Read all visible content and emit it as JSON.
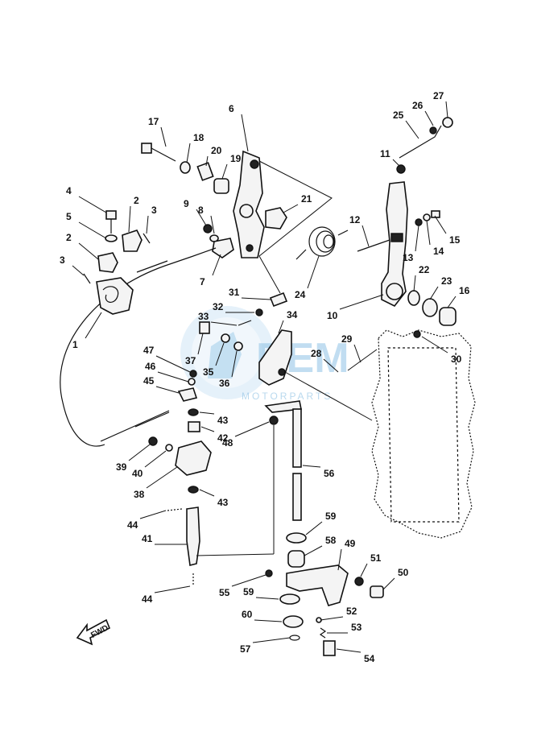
{
  "diagram": {
    "watermark_brand": "MOTORPARTS",
    "fwd_label": "FWD",
    "callouts": [
      "1",
      "2",
      "3",
      "4",
      "5",
      "6",
      "7",
      "8",
      "9",
      "10",
      "11",
      "12",
      "13",
      "14",
      "15",
      "16",
      "17",
      "18",
      "19",
      "20",
      "21",
      "22",
      "23",
      "24",
      "25",
      "26",
      "27",
      "28",
      "29",
      "30",
      "31",
      "32",
      "33",
      "34",
      "35",
      "36",
      "37",
      "38",
      "39",
      "40",
      "41",
      "42",
      "43",
      "44",
      "45",
      "46",
      "47",
      "48",
      "49",
      "50",
      "51",
      "52",
      "53",
      "54",
      "55",
      "56",
      "57",
      "58",
      "59",
      "60"
    ]
  }
}
